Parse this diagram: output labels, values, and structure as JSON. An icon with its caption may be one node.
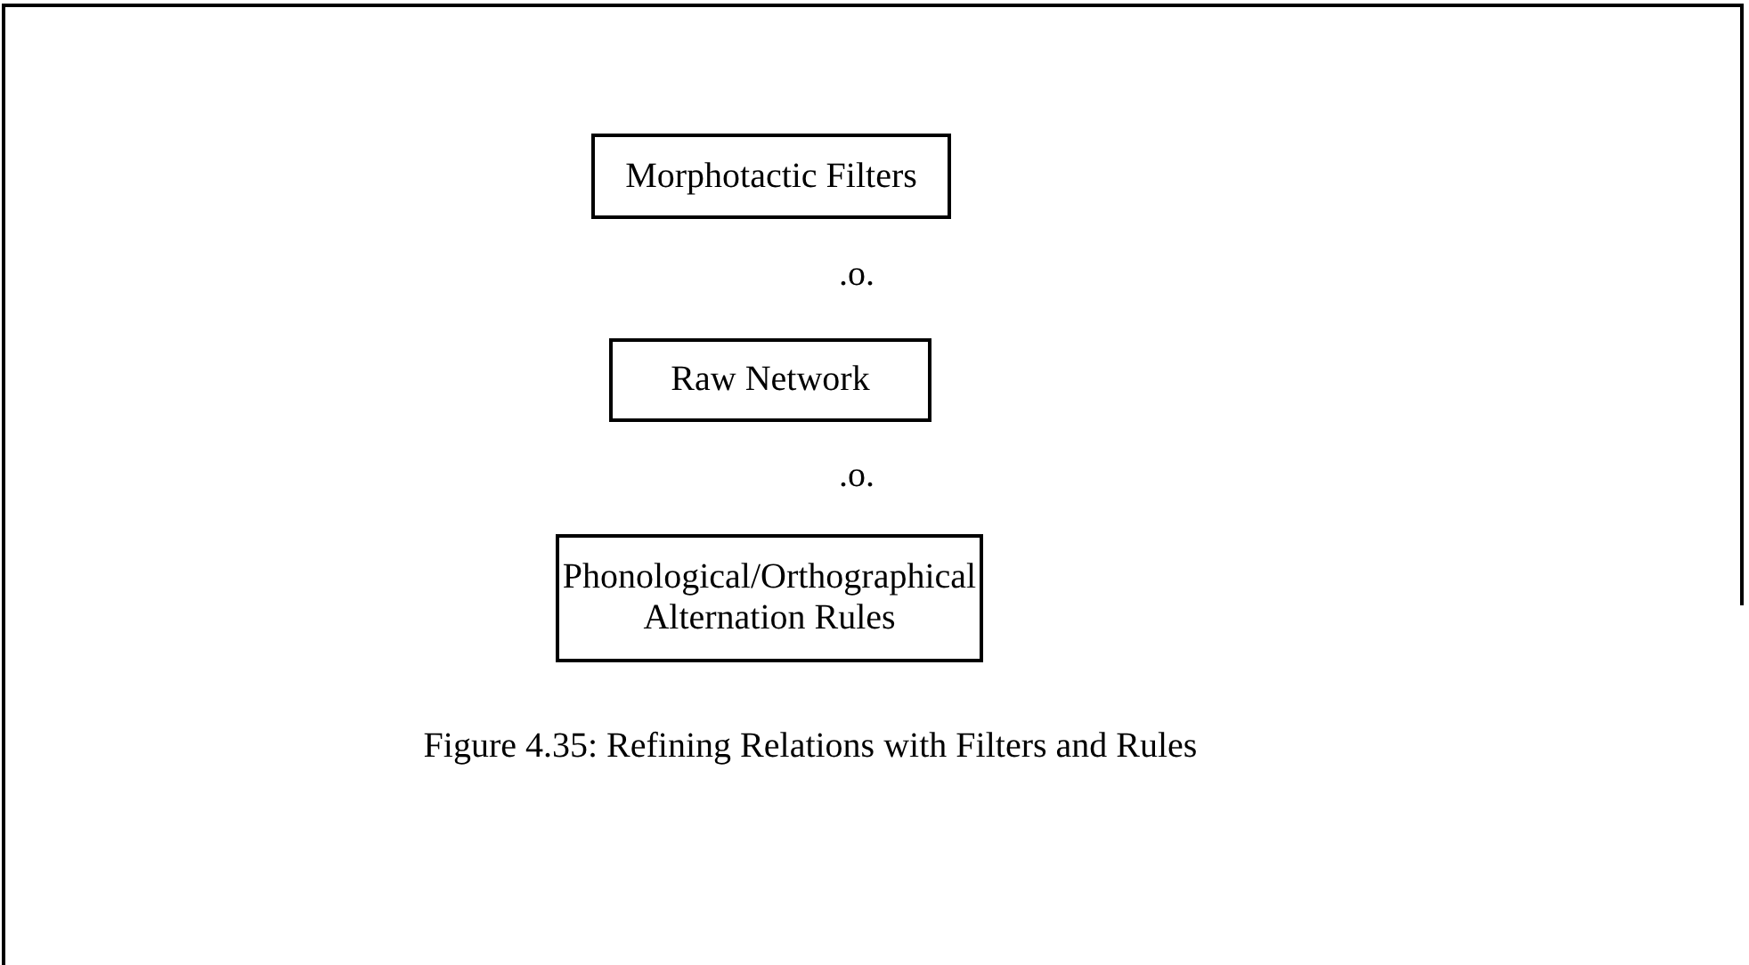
{
  "diagram": {
    "caption": "Figure 4.35: Refining Relations with Filters and Rules",
    "nodes": [
      {
        "text": [
          "Morphotactic Filters"
        ]
      },
      {
        "text": [
          "Raw Network"
        ]
      },
      {
        "text": [
          "Phonological/Orthographical Alternation Rules"
        ]
      }
    ],
    "labels": [
      ".o.",
      ".o."
    ]
  }
}
